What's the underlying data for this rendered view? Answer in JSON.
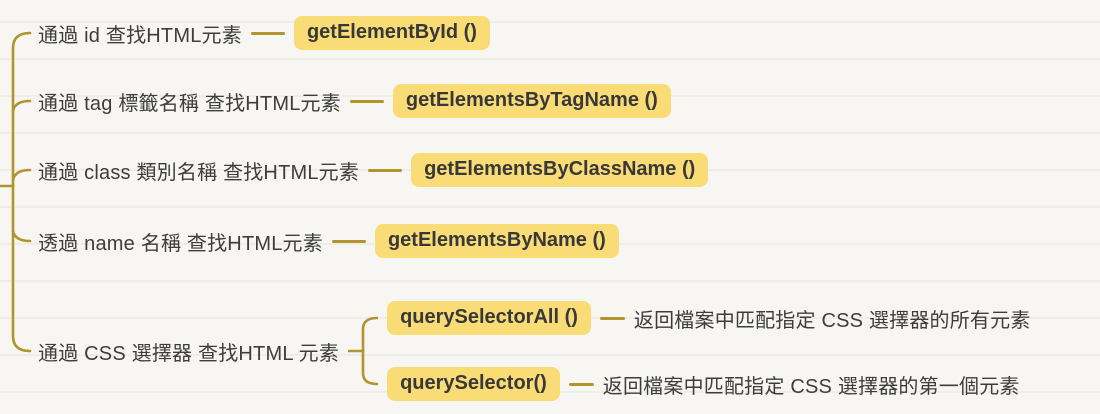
{
  "colors": {
    "background": "#f7f6f3",
    "connector_line": "#b0952d",
    "node_background": "#f9dc76",
    "node_text": "#383838",
    "label_text": "#3d3d3d"
  },
  "tree": {
    "branches": [
      {
        "label": "通過 id 查找HTML元素",
        "method": "getElementById ()"
      },
      {
        "label": "通過 tag 標籤名稱 查找HTML元素",
        "method": "getElementsByTagName ()"
      },
      {
        "label": "通過 class 類別名稱 查找HTML元素",
        "method": "getElementsByClassName ()"
      },
      {
        "label": "透過 name 名稱 查找HTML元素",
        "method": "getElementsByName ()"
      },
      {
        "label": "通過 CSS 選擇器 查找HTML 元素",
        "children": [
          {
            "method": "querySelectorAll ()",
            "description": "返回檔案中匹配指定 CSS 選擇器的所有元素"
          },
          {
            "method": "querySelector()",
            "description": "返回檔案中匹配指定 CSS 選擇器的第一個元素"
          }
        ]
      }
    ]
  }
}
